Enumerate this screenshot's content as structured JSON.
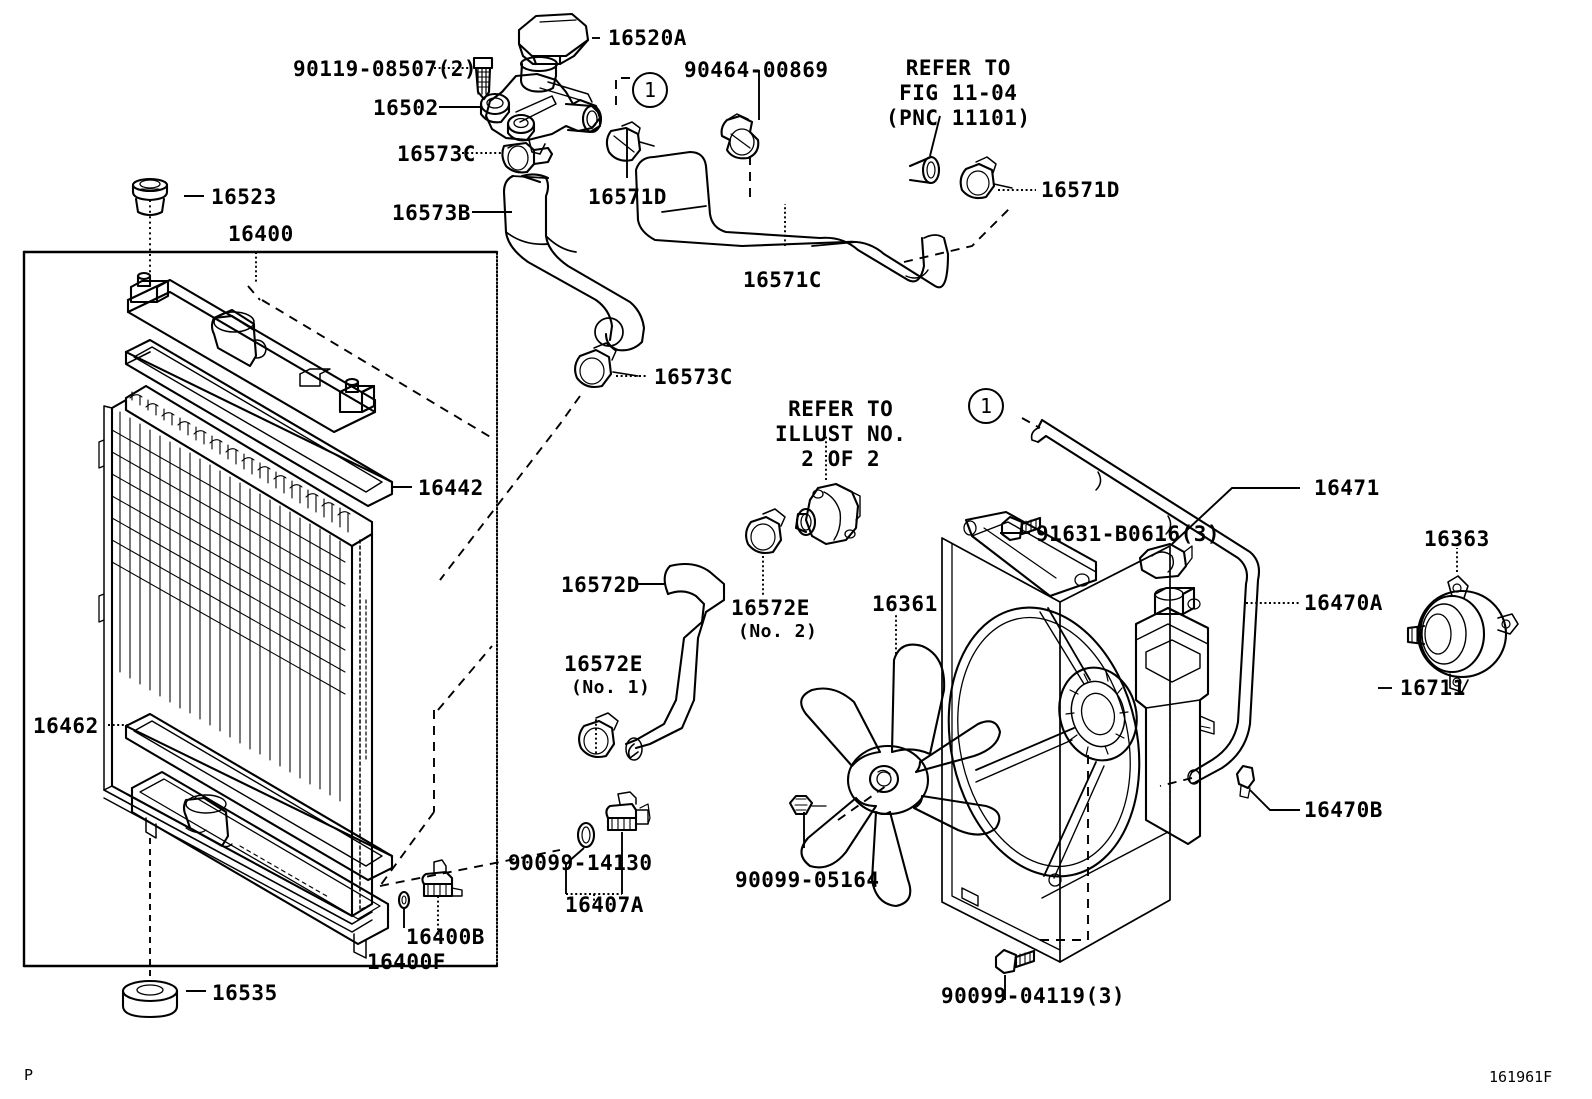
{
  "diagram": {
    "title": "Toyota radiator and water outlet parts illustration",
    "figure_code": "161961F",
    "page_mark": "P"
  },
  "notes": [
    {
      "id": "refer-fig",
      "lines": [
        "REFER TO",
        "FIG 11-04",
        "(PNC 11101)"
      ]
    },
    {
      "id": "refer-illust",
      "lines": [
        "REFER TO",
        "ILLUST NO.",
        "2 OF 2"
      ]
    }
  ],
  "callout_markers": [
    {
      "id": "marker-1-top",
      "text": "1"
    },
    {
      "id": "marker-1-right",
      "text": "1"
    }
  ],
  "labels": [
    {
      "id": "l-16520a",
      "text": "16520A"
    },
    {
      "id": "l-90119-08507",
      "text": "90119-08507(2)"
    },
    {
      "id": "l-16502",
      "text": "16502"
    },
    {
      "id": "l-16573c-top",
      "text": "16573C"
    },
    {
      "id": "l-90464-00869",
      "text": "90464-00869"
    },
    {
      "id": "l-16571d-left",
      "text": "16571D"
    },
    {
      "id": "l-16571d-right",
      "text": "16571D"
    },
    {
      "id": "l-16573b",
      "text": "16573B"
    },
    {
      "id": "l-16571c",
      "text": "16571C"
    },
    {
      "id": "l-16523",
      "text": "16523"
    },
    {
      "id": "l-16400",
      "text": "16400"
    },
    {
      "id": "l-16573c-mid",
      "text": "16573C"
    },
    {
      "id": "l-16442",
      "text": "16442"
    },
    {
      "id": "l-16462",
      "text": "16462"
    },
    {
      "id": "l-16572d",
      "text": "16572D"
    },
    {
      "id": "l-16572e-no2-a",
      "text": "16572E"
    },
    {
      "id": "l-16572e-no2-b",
      "text": "(No. 2)"
    },
    {
      "id": "l-16572e-no1-a",
      "text": "16572E"
    },
    {
      "id": "l-16572e-no1-b",
      "text": "(No. 1)"
    },
    {
      "id": "l-16361",
      "text": "16361"
    },
    {
      "id": "l-91631-b0616",
      "text": "91631-B0616(3)"
    },
    {
      "id": "l-16471",
      "text": "16471"
    },
    {
      "id": "l-16470a",
      "text": "16470A"
    },
    {
      "id": "l-16470b",
      "text": "16470B"
    },
    {
      "id": "l-16363",
      "text": "16363"
    },
    {
      "id": "l-16711",
      "text": "16711"
    },
    {
      "id": "l-90099-05164",
      "text": "90099-05164"
    },
    {
      "id": "l-90099-04119",
      "text": "90099-04119(3)"
    },
    {
      "id": "l-90099-14130",
      "text": "90099-14130"
    },
    {
      "id": "l-16407a",
      "text": "16407A"
    },
    {
      "id": "l-16400b",
      "text": "16400B"
    },
    {
      "id": "l-16400f",
      "text": "16400F"
    },
    {
      "id": "l-16535",
      "text": "16535"
    }
  ],
  "colors": {
    "line": "#000000",
    "background": "#ffffff"
  }
}
